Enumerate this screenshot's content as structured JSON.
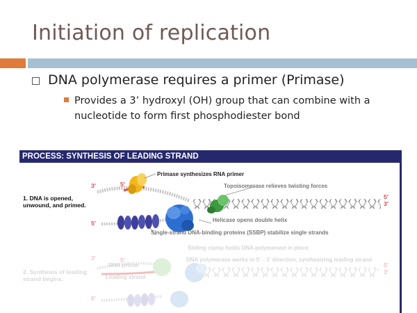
{
  "slide": {
    "title": "Initiation of replication",
    "bullet_1": "DNA polymerase requires a primer (Primase)",
    "bullet_2": "Provides a 3’ hydroxyl (OH) group that can combine with a nucleotide to form first phosphodiester bond"
  },
  "figure": {
    "header": "PROCESS: SYNTHESIS OF LEADING STRAND",
    "step_1": "1. DNA is opened, unwound, and primed.",
    "step_2": "2. Synthesis of leading strand begins.",
    "labels": {
      "primase": "Primase synthesizes RNA primer",
      "topoisomerase": "Topoisomerase relieves twisting forces",
      "helicase": "Helicase opens double helix",
      "ssbp": "Single-strand DNA-binding proteins (SSBP) stabilize single strands",
      "sliding_clamp": "Sliding clamp holds DNA polymerase in place",
      "dna_polymerase": "DNA polymerase works in 5′→3′ direction, synthesizing leading strand",
      "rna_primer": "RNA primer",
      "leading_strand": "Leading strand"
    },
    "ends": {
      "top_left_3": "3′",
      "top_left_5": "5′",
      "mid_left_5": "5′",
      "right_5": "5′",
      "right_3": "3′",
      "lower_left_3": "3′",
      "lower_left_5": "5′",
      "lower_right_5": "5′",
      "lower_right_3": "3′",
      "bottom_left_5": "5′"
    },
    "colors": {
      "header": "#26286e",
      "primase": "#f2b71c",
      "topoisomerase": "#4aa84a",
      "helicase": "#2d6fd1",
      "ssbp": "#3e3f9a",
      "primer": "#e0484c",
      "dna": "#b9b9b9"
    }
  }
}
